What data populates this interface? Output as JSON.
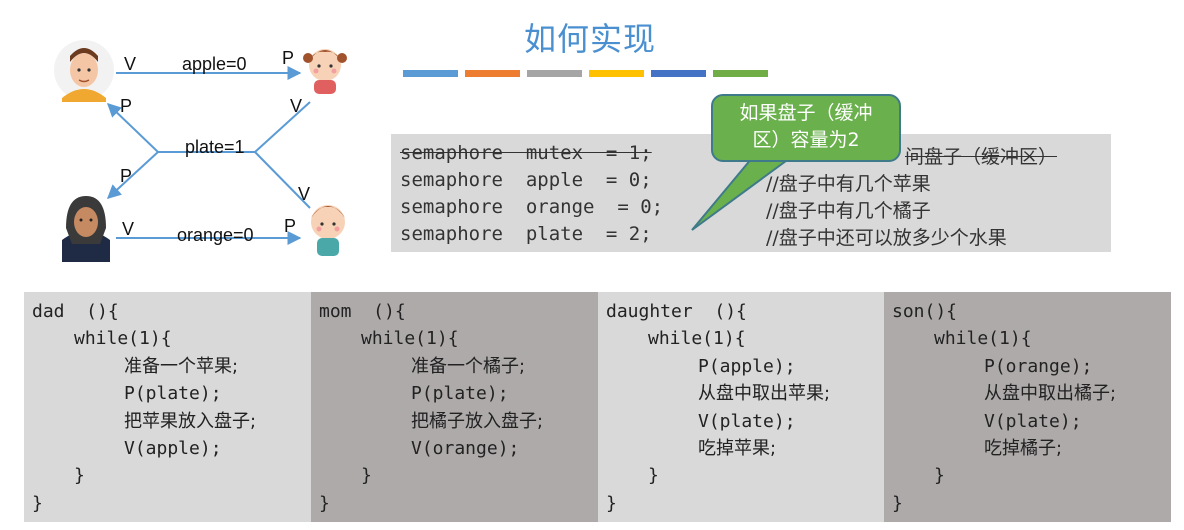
{
  "title": "如何实现",
  "title_bar_colors": [
    "#5b9bd5",
    "#ed7d31",
    "#a5a5a5",
    "#ffc000",
    "#4472c4",
    "#70ad47"
  ],
  "diagram": {
    "top_arrow": {
      "left": "V",
      "label": "apple=0",
      "right": "P"
    },
    "middle": {
      "label": "plate=1",
      "left_top": "P",
      "left_bottom": "P",
      "right_top": "V",
      "right_bottom": "V"
    },
    "bottom_arrow": {
      "left": "V",
      "label": "orange=0",
      "right": "P"
    },
    "people": [
      "dad-avatar",
      "daughter-avatar",
      "mom-avatar",
      "son-avatar"
    ]
  },
  "semaphores": [
    {
      "code": "semaphore  mutex  = 1;",
      "comment": "问盘子（缓冲区）",
      "struck": true
    },
    {
      "code": "semaphore  apple  = 0;",
      "comment": "//盘子中有几个苹果",
      "struck": false
    },
    {
      "code": "semaphore  orange  = 0;",
      "comment": "//盘子中有几个橘子",
      "struck": false
    },
    {
      "code": "semaphore  plate  = 2;",
      "comment": "//盘子中还可以放多少个水果",
      "struck": false
    }
  ],
  "callout": {
    "line1": "如果盘子（缓冲",
    "line2": "区）容量为2"
  },
  "processes": [
    {
      "name": "dad  (){",
      "lines": [
        "while(1){",
        "准备一个苹果;",
        "P(plate);",
        "把苹果放入盘子;",
        "V(apple);",
        "}",
        "}"
      ],
      "bg": "#d9d9d9"
    },
    {
      "name": "mom  (){",
      "lines": [
        "while(1){",
        "准备一个橘子;",
        "P(plate);",
        "把橘子放入盘子;",
        "V(orange);",
        "}",
        "}"
      ],
      "bg": "#aeaaaa"
    },
    {
      "name": "daughter  (){",
      "lines": [
        "while(1){",
        "P(apple);",
        "从盘中取出苹果;",
        "V(plate);",
        "吃掉苹果;",
        "}",
        "}"
      ],
      "bg": "#d9d9d9"
    },
    {
      "name": "son(){",
      "lines": [
        "while(1){",
        "P(orange);",
        "从盘中取出橘子;",
        "V(plate);",
        "吃掉橘子;",
        "}",
        "}"
      ],
      "bg": "#aeaaaa"
    }
  ]
}
